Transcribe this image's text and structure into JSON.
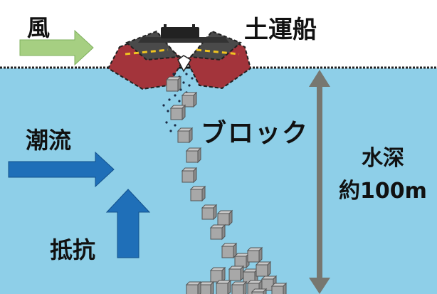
{
  "labels": {
    "wind": "風",
    "ship": "土運船",
    "block": "ブロック",
    "current": "潮流",
    "resistance": "抵抗",
    "depth_line1": "水深",
    "depth_line2": "約100m"
  },
  "colors": {
    "sky": "#ffffff",
    "water": "#8ecfe8",
    "wind_arrow": "#a6cf82",
    "current_arrow": "#1f6fb8",
    "resistance_arrow": "#1f6fb8",
    "depth_arrow": "#7a7a72",
    "ship_hull": "#9b2e35",
    "ship_deck": "#3a3a3a",
    "ship_stripe": "#f0c420",
    "block": "#a8a8a8"
  },
  "icons": {
    "wind_arrow": "arrow-right",
    "current_arrow": "arrow-right",
    "resistance_arrow": "arrow-up",
    "depth_arrow": "double-arrow-vertical"
  }
}
